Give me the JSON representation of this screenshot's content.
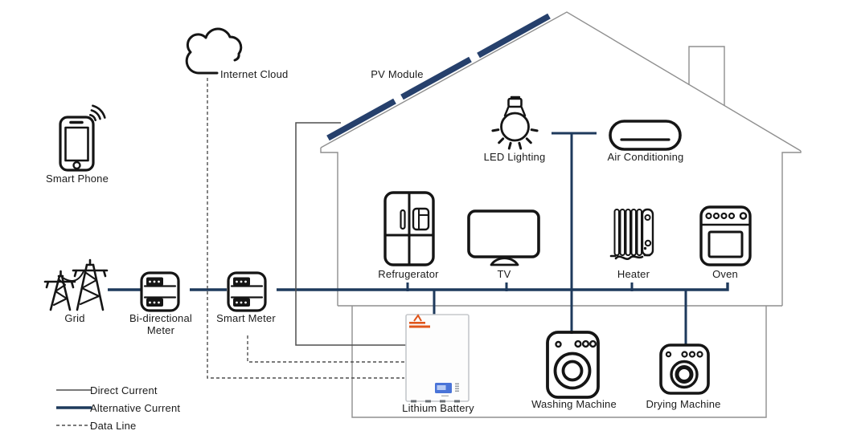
{
  "nodes": {
    "smart_phone": {
      "label": "Smart Phone"
    },
    "internet_cloud": {
      "label": "Internet Cloud"
    },
    "pv_module": {
      "label": "PV Module"
    },
    "led_lighting": {
      "label": "LED Lighting"
    },
    "air_conditioning": {
      "label": "Air Conditioning"
    },
    "refrigerator": {
      "label": "Refrugerator"
    },
    "tv": {
      "label": "TV"
    },
    "heater": {
      "label": "Heater"
    },
    "oven": {
      "label": "Oven"
    },
    "grid": {
      "label": "Grid"
    },
    "bidirectional_meter": {
      "label_line1": "Bi-directional",
      "label_line2": "Meter"
    },
    "smart_meter": {
      "label": "Smart Meter"
    },
    "lithium_battery": {
      "label": "Lithium Battery"
    },
    "washing_machine": {
      "label": "Washing Machine"
    },
    "drying_machine": {
      "label": "Drying Machine"
    }
  },
  "legend": {
    "items": [
      {
        "label": "Direct Current",
        "line_style": "thin-solid"
      },
      {
        "label": "Alternative Current",
        "line_style": "thick-solid"
      },
      {
        "label": "Data Line",
        "line_style": "dashed"
      }
    ]
  },
  "colors": {
    "alternative_current": "#1e3a5c",
    "direct_current": "#4f4f4f",
    "data_line": "#4f4f4f",
    "house_outline": "#8f8f8f",
    "pv_panel": "#26406c",
    "icon_stroke": "#151515",
    "battery_logo_orange": "#e0561c",
    "battery_display_blue": "#4a74d8"
  }
}
